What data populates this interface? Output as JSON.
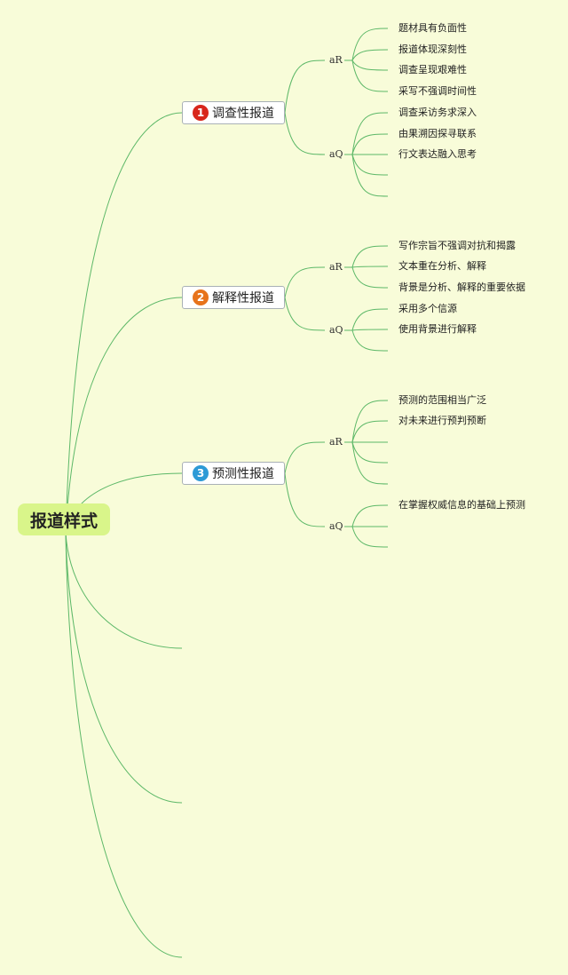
{
  "root": {
    "label": "报道样式"
  },
  "colors": {
    "line": "#5db868",
    "badge_red": "#d8261b",
    "badge_orange": "#e7731b",
    "badge_blue": "#2d9ad6"
  },
  "branches": [
    {
      "badge": "1",
      "label": "调查性报道",
      "subs": [
        {
          "label": "aR",
          "leaves": [
            "题材具有负面性",
            "报道体现深刻性",
            "调查呈现艰难性",
            "采写不强调时间性"
          ]
        },
        {
          "label": "aQ",
          "leaves": [
            "调查采访务求深入",
            "由果溯因探寻联系",
            "行文表达融入思考",
            "",
            ""
          ]
        }
      ]
    },
    {
      "badge": "2",
      "label": "解释性报道",
      "subs": [
        {
          "label": "aR",
          "leaves": [
            "写作宗旨不强调对抗和揭露",
            "文本重在分析、解释",
            "背景是分析、解释的重要依据"
          ]
        },
        {
          "label": "aQ",
          "leaves": [
            "采用多个信源",
            "使用背景进行解释",
            ""
          ]
        }
      ]
    },
    {
      "badge": "3",
      "label": "预测性报道",
      "subs": [
        {
          "label": "aR",
          "leaves": [
            "预测的范围相当广泛",
            "对未来进行预判预断",
            "",
            "",
            ""
          ]
        },
        {
          "label": "aQ",
          "leaves": [
            "在掌握权威信息的基础上预测",
            "",
            ""
          ]
        }
      ]
    }
  ]
}
